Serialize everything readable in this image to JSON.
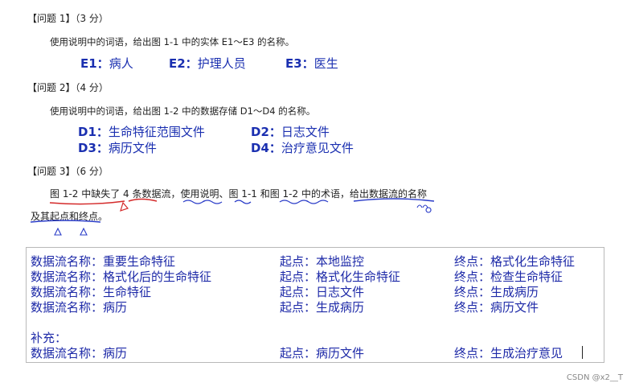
{
  "q1": {
    "head": "【问题 1】（3 分）",
    "text": "使用说明中的词语，给出图 1-1 中的实体 E1～E3 的名称。",
    "answers": [
      {
        "key": "E1：",
        "val": "病人"
      },
      {
        "key": "E2：",
        "val": "护理人员"
      },
      {
        "key": "E3：",
        "val": "医生"
      }
    ]
  },
  "q2": {
    "head": "【问题 2】（4 分）",
    "text": "使用说明中的词语，给出图 1-2 中的数据存储 D1～D4 的名称。",
    "answers": [
      {
        "key": "D1：",
        "val": "生命特征范围文件"
      },
      {
        "key": "D2：",
        "val": "日志文件"
      },
      {
        "key": "D3：",
        "val": "病历文件"
      },
      {
        "key": "D4：",
        "val": "治疗意见文件"
      }
    ]
  },
  "q3": {
    "head": "【问题 3】（6 分）",
    "text1": "图 1-2 中缺失了 4 条数据流，使用说明、图 1-1 和图 1-2 中的术语，给出数据流的名称",
    "text2": "及其起点和终点。"
  },
  "flows": [
    {
      "name": "数据流名称：重要生命特征",
      "start": "起点：本地监控",
      "end": "终点：格式化生命特征"
    },
    {
      "name": "数据流名称：格式化后的生命特征",
      "start": "起点：格式化生命特征",
      "end": "终点：检查生命特征"
    },
    {
      "name": "数据流名称：生命特征",
      "start": "起点：日志文件",
      "end": "终点：生成病历"
    },
    {
      "name": "数据流名称：病历",
      "start": "起点：生成病历",
      "end": "终点：病历文件"
    }
  ],
  "supplement": {
    "label": "补充：",
    "name": "数据流名称：病历",
    "start": "起点：病历文件",
    "end": "终点：生成治疗意见"
  },
  "watermark": "CSDN @x2__T",
  "colors": {
    "answer": "#1a2fb0",
    "annotation_blue": "#2a3cc8",
    "annotation_red": "#d42a2a"
  }
}
